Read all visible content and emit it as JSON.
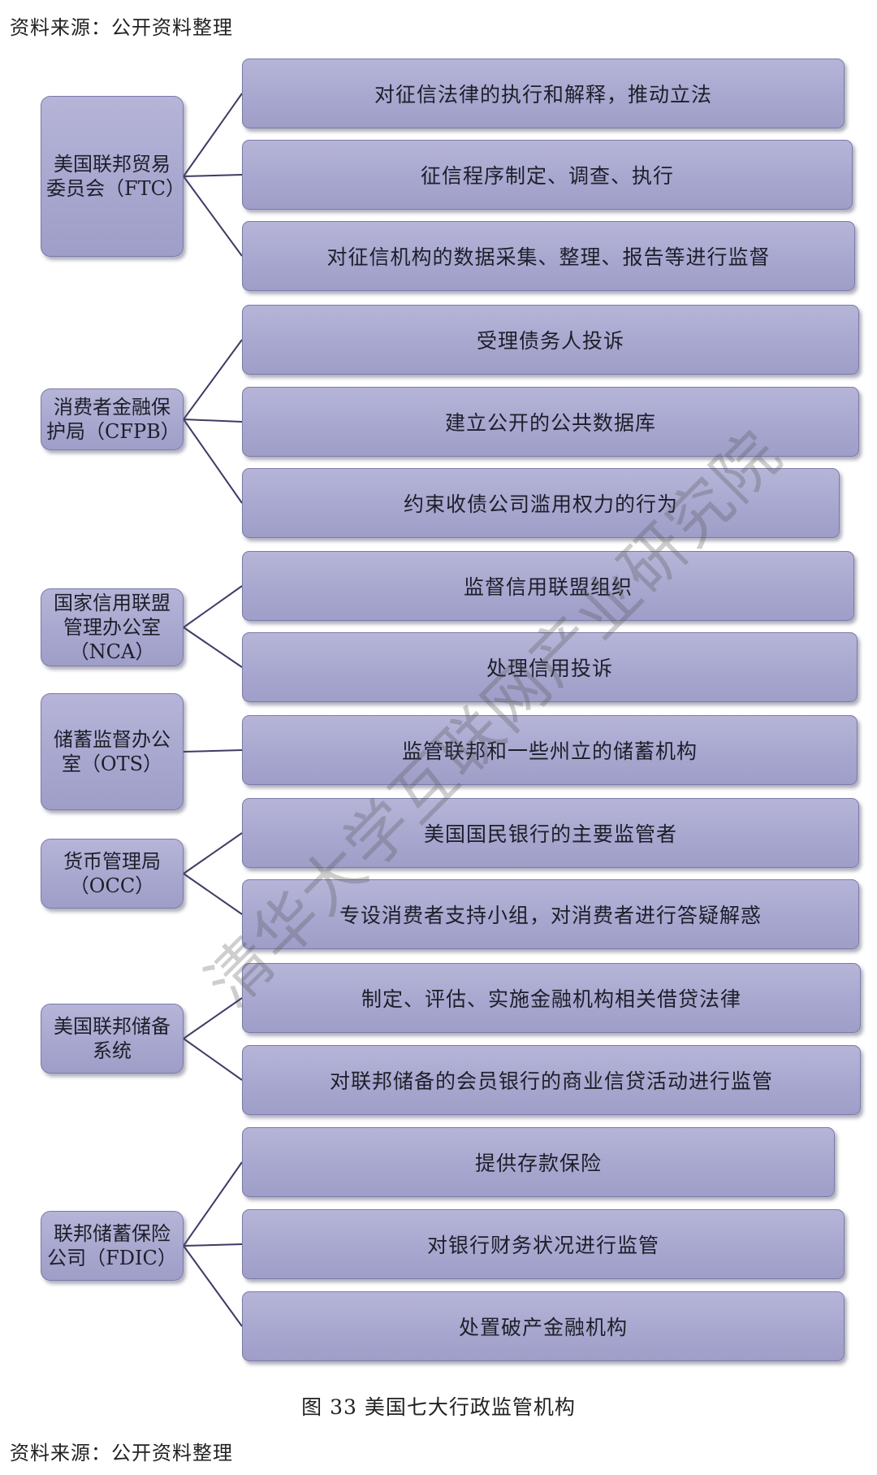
{
  "source_top": "资料来源：公开资料整理",
  "source_bottom": "资料来源：公开资料整理",
  "caption": "图 33 美国七大行政监管机构",
  "watermark": "清华大学互联网产业研究院",
  "colors": {
    "box_fill": "#aaa9d0",
    "box_border": "#7b7aa8",
    "connector": "#3c3c66"
  },
  "agencies": [
    {
      "name": "美国联邦贸易委员会（FTC）",
      "duties": [
        "对征信法律的执行和解释，推动立法",
        "征信程序制定、调查、执行",
        "对征信机构的数据采集、整理、报告等进行监督"
      ]
    },
    {
      "name": "消费者金融保护局（CFPB）",
      "duties": [
        "受理债务人投诉",
        "建立公开的公共数据库",
        "约束收债公司滥用权力的行为"
      ]
    },
    {
      "name": "国家信用联盟管理办公室（NCA）",
      "duties": [
        "监督信用联盟组织",
        "处理信用投诉"
      ]
    },
    {
      "name": "储蓄监督办公室（OTS）",
      "duties": [
        "监管联邦和一些州立的储蓄机构"
      ]
    },
    {
      "name": "货币管理局（OCC）",
      "duties": [
        "美国国民银行的主要监管者",
        "专设消费者支持小组，对消费者进行答疑解惑"
      ]
    },
    {
      "name": "美国联邦储备系统",
      "duties": [
        "制定、评估、实施金融机构相关借贷法律",
        "对联邦储备的会员银行的商业信贷活动进行监管"
      ]
    },
    {
      "name": "联邦储蓄保险公司（FDIC）",
      "duties": [
        "提供存款保险",
        "对银行财务状况进行监管",
        "处置破产金融机构"
      ]
    }
  ]
}
